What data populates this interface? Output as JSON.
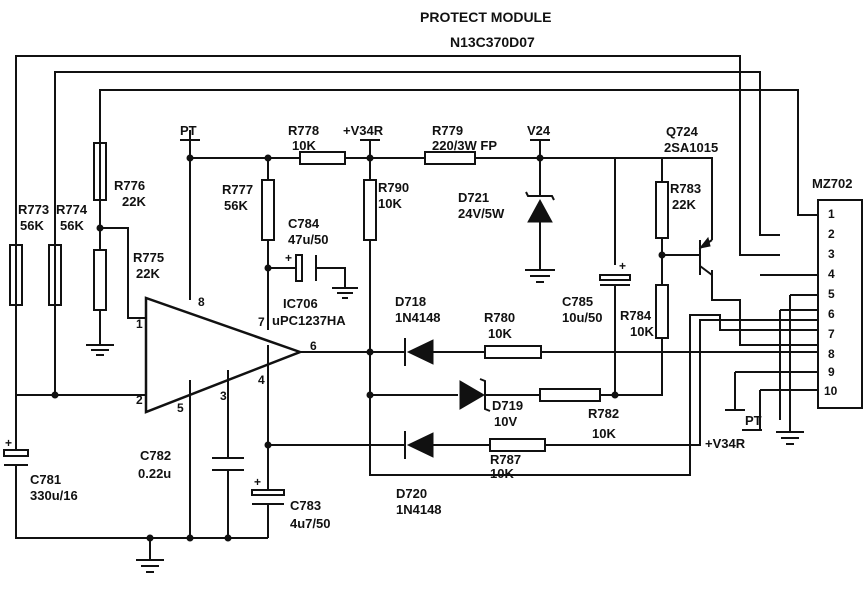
{
  "title": "PROTECT MODULE",
  "subtitle": "N13C370D07",
  "connector": {
    "name": "MZ702",
    "pins": [
      "1",
      "2",
      "3",
      "4",
      "5",
      "6",
      "7",
      "8",
      "9",
      "10"
    ]
  },
  "ic": {
    "ref": "IC706",
    "part": "uPC1237HA",
    "pins": {
      "p1": "1",
      "p2": "2",
      "p3": "3",
      "p4": "4",
      "p5": "5",
      "p6": "6",
      "p7": "7",
      "p8": "8"
    }
  },
  "nets": {
    "pt_top": "PT",
    "pt_conn": "PT",
    "v34r_top": "+V34R",
    "v34r_conn": "+V34R",
    "v24": "V24"
  },
  "components": {
    "R773": {
      "ref": "R773",
      "val": "56K"
    },
    "R774": {
      "ref": "R774",
      "val": "56K"
    },
    "R775": {
      "ref": "R775",
      "val": "22K"
    },
    "R776": {
      "ref": "R776",
      "val": "22K"
    },
    "R777": {
      "ref": "R777",
      "val": "56K"
    },
    "R778": {
      "ref": "R778",
      "val": "10K"
    },
    "R779": {
      "ref": "R779",
      "val": "220/3W FP"
    },
    "R780": {
      "ref": "R780",
      "val": "10K"
    },
    "R782": {
      "ref": "R782",
      "val": "10K"
    },
    "R783": {
      "ref": "R783",
      "val": "22K"
    },
    "R784": {
      "ref": "R784",
      "val": "10K"
    },
    "R787": {
      "ref": "R787",
      "val": "10K"
    },
    "R790": {
      "ref": "R790",
      "val": "10K"
    },
    "C781": {
      "ref": "C781",
      "val": "330u/16"
    },
    "C782": {
      "ref": "C782",
      "val": "0.22u"
    },
    "C783": {
      "ref": "C783",
      "val": "4u7/50"
    },
    "C784": {
      "ref": "C784",
      "val": "47u/50"
    },
    "C785": {
      "ref": "C785",
      "val": "10u/50"
    },
    "D718": {
      "ref": "D718",
      "val": "1N4148"
    },
    "D719": {
      "ref": "D719",
      "val": "10V"
    },
    "D720": {
      "ref": "D720",
      "val": "1N4148"
    },
    "D721": {
      "ref": "D721",
      "val": "24V/5W"
    },
    "Q724": {
      "ref": "Q724",
      "val": "2SA1015"
    }
  },
  "colors": {
    "ink": "#111111",
    "paper": "#ffffff"
  }
}
